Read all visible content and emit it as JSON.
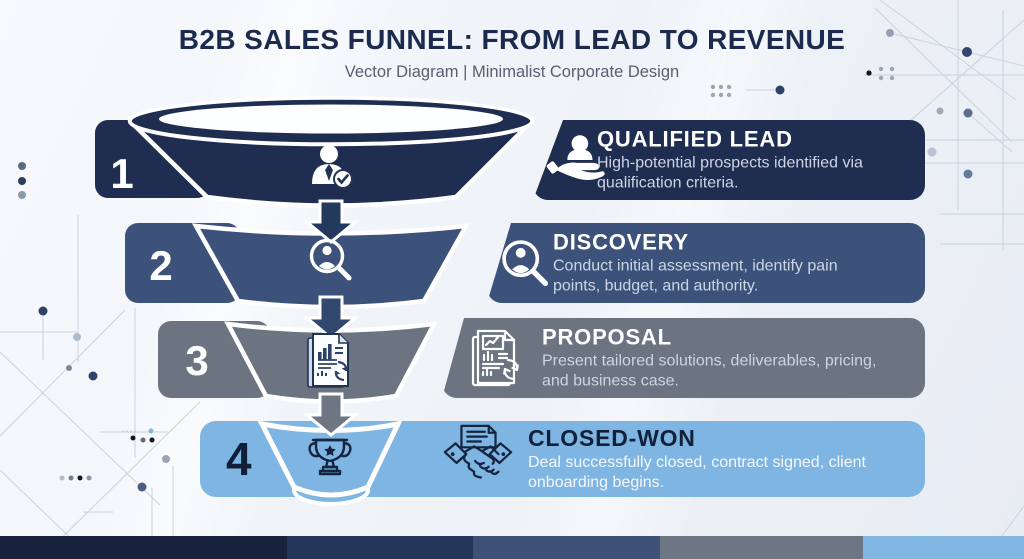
{
  "header": {
    "title": "B2B SALES FUNNEL: FROM LEAD TO REVENUE",
    "subtitle": "Vector Diagram | Minimalist Corporate Design"
  },
  "stages": [
    {
      "number": "1",
      "title": "QUALIFIED LEAD",
      "description": "High-potential prospects identified via qualification criteria.",
      "color": "#1e2d50",
      "funnel_icon": "businessman-check-icon",
      "panel_icon": "hand-user-icon"
    },
    {
      "number": "2",
      "title": "DISCOVERY",
      "description": "Conduct initial assessment, identify pain points, budget, and authority.",
      "color": "#3d527a",
      "funnel_icon": "user-search-icon",
      "panel_icon": "user-search-icon"
    },
    {
      "number": "3",
      "title": "PROPOSAL",
      "description": "Present tailored solutions, deliverables, pricing, and business case.",
      "color": "#6b7480",
      "funnel_icon": "proposal-document-icon",
      "panel_icon": "proposal-document-icon"
    },
    {
      "number": "4",
      "title": "CLOSED-WON",
      "description": "Deal successfully closed, contract signed, client onboarding begins.",
      "color": "#7fb5e2",
      "funnel_icon": "trophy-icon",
      "panel_icon": "handshake-icon"
    }
  ],
  "footer": {
    "palette": [
      "#18223c",
      "#24365a",
      "#3e5278",
      "#6d7685",
      "#82b7e4"
    ]
  }
}
